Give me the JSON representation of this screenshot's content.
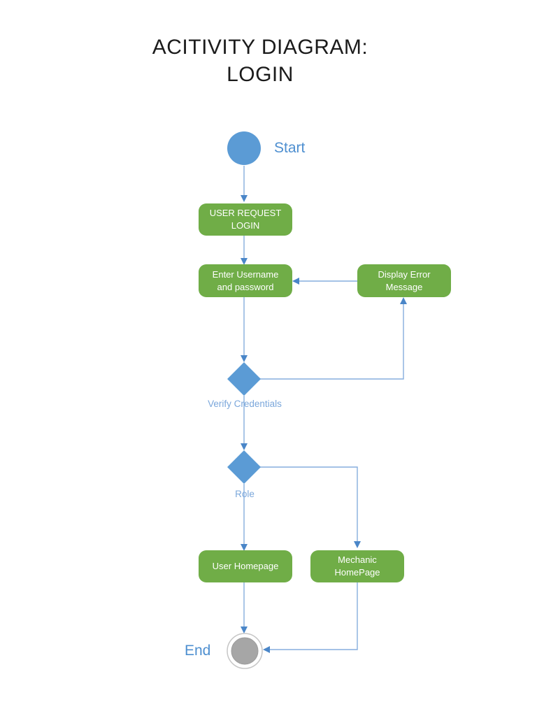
{
  "title": {
    "line1": "ACITIVITY DIAGRAM:",
    "line2": "LOGIN"
  },
  "nodes": {
    "start": {
      "label": "Start",
      "type": "initial"
    },
    "user_request_login": {
      "line1": "USER REQUEST",
      "line2": "LOGIN",
      "type": "activity"
    },
    "enter_credentials": {
      "line1": "Enter Username",
      "line2": "and password",
      "type": "activity"
    },
    "display_error": {
      "line1": "Display Error",
      "line2": "Message",
      "type": "activity"
    },
    "verify_credentials": {
      "label": "Verify Credentials",
      "type": "decision"
    },
    "role": {
      "label": "Role",
      "type": "decision"
    },
    "user_homepage": {
      "label": "User Homepage",
      "type": "activity"
    },
    "mechanic_homepage": {
      "line1": "Mechanic",
      "line2": "HomePage",
      "type": "activity"
    },
    "end": {
      "label": "End",
      "type": "final"
    }
  },
  "edges": [
    {
      "from": "start",
      "to": "user_request_login"
    },
    {
      "from": "user_request_login",
      "to": "enter_credentials"
    },
    {
      "from": "enter_credentials",
      "to": "verify_credentials"
    },
    {
      "from": "verify_credentials",
      "to": "display_error"
    },
    {
      "from": "display_error",
      "to": "enter_credentials"
    },
    {
      "from": "verify_credentials",
      "to": "role"
    },
    {
      "from": "role",
      "to": "user_homepage"
    },
    {
      "from": "role",
      "to": "mechanic_homepage"
    },
    {
      "from": "user_homepage",
      "to": "end"
    },
    {
      "from": "mechanic_homepage",
      "to": "end"
    }
  ],
  "colors": {
    "activity_fill": "#70AD47",
    "decision_fill": "#5B9BD5",
    "start_fill": "#5B9BD5",
    "end_inner_fill": "#A6A6A6",
    "end_ring_stroke": "#C6C6C6",
    "connector_line": "#85AEDD",
    "arrowhead": "#4A86C8",
    "terminal_text": "#4E8FD0",
    "decision_text": "#7BA7DB",
    "activity_text": "#FFFFFF",
    "title_text": "#1B1B1B",
    "background": "#FFFFFF"
  }
}
